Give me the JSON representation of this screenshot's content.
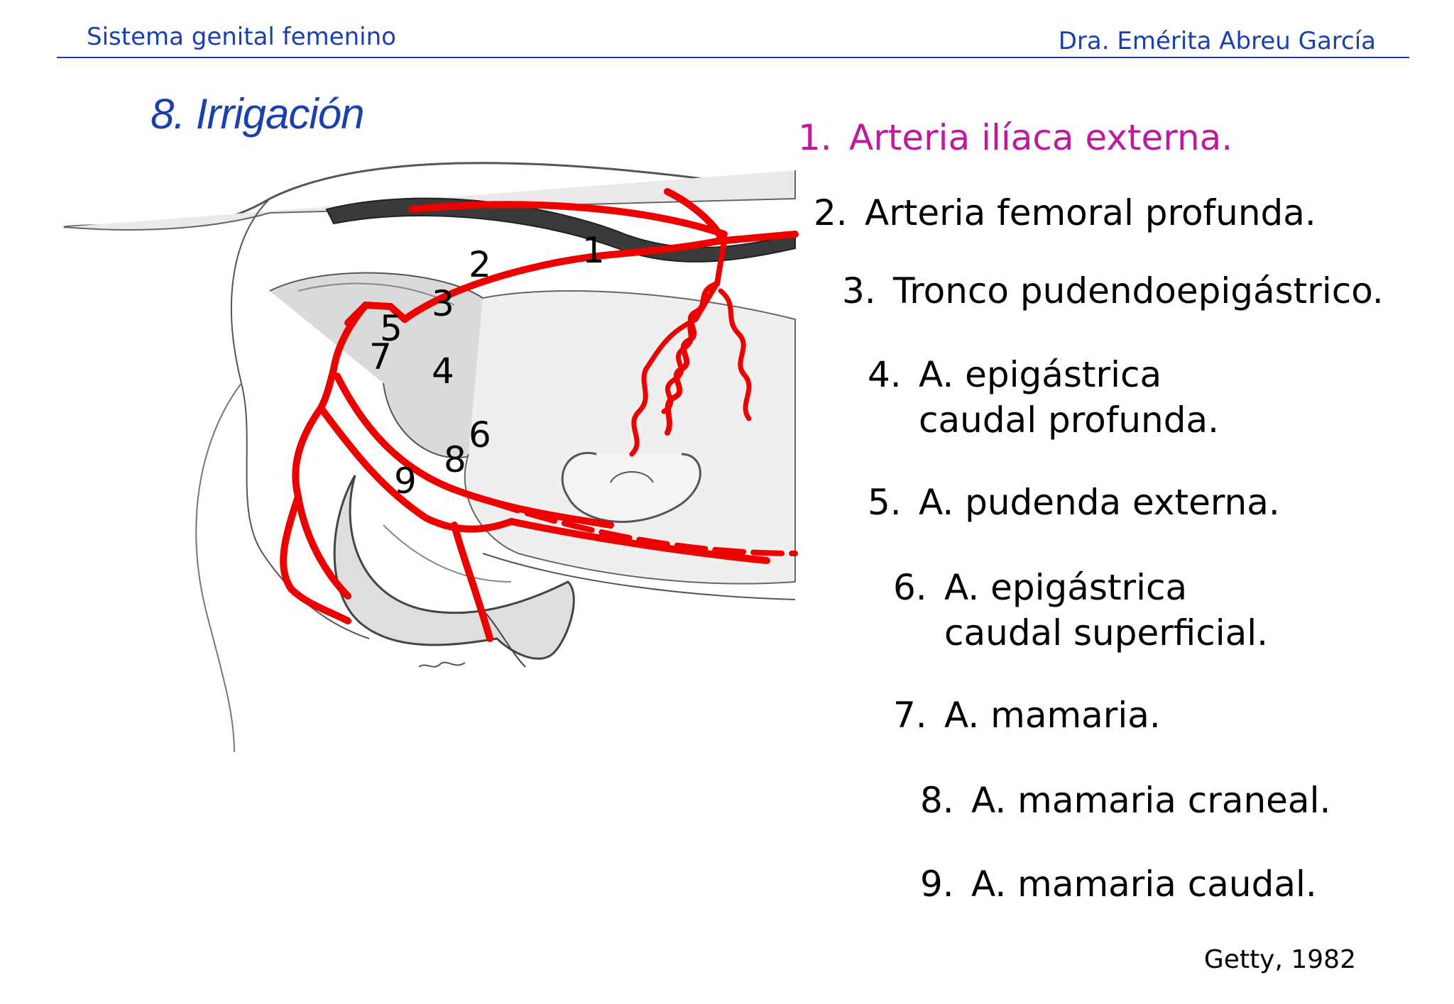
{
  "header": {
    "left": "Sistema genital femenino",
    "right": "Dra. Emérita Abreu García"
  },
  "title": "8. Irrigación",
  "legend": [
    {
      "num": "1.",
      "label": "Arteria ilíaca externa.",
      "color": "#c0189e"
    },
    {
      "num": "2.",
      "label": "Arteria femoral profunda."
    },
    {
      "num": "3.",
      "label": "Tronco pudendoepigástrico."
    },
    {
      "num": "4.",
      "label": "A. epigástrica caudal profunda."
    },
    {
      "num": "5.",
      "label": "A. pudenda externa."
    },
    {
      "num": "6.",
      "label": "A. epigástrica caudal superficial."
    },
    {
      "num": "7.",
      "label": "A. mamaria."
    },
    {
      "num": "8.",
      "label": "A. mamaria craneal."
    },
    {
      "num": "9.",
      "label": "A. mamaria caudal."
    }
  ],
  "figure": {
    "callouts": [
      "1",
      "2",
      "3",
      "4",
      "5",
      "6",
      "7",
      "8",
      "9"
    ],
    "artery_color": "#ee0000"
  },
  "source": "Getty, 1982"
}
